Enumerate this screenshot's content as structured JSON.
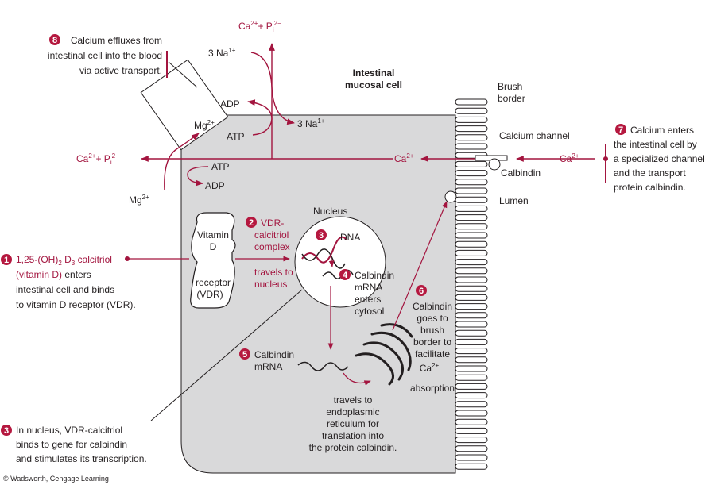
{
  "colors": {
    "accent": "#a3153f",
    "cell_fill": "#d9d9da",
    "ink": "#231f20",
    "badge": "#b5183f"
  },
  "labels": {
    "cell_title_1": "Intestinal",
    "cell_title_2": "mucosal cell",
    "brush_1": "Brush",
    "brush_2": "border",
    "calcium_channel": "Calcium channel",
    "calbindin": "Calbindin",
    "lumen": "Lumen",
    "nucleus": "Nucleus",
    "dna": "DNA",
    "na_in": "3 Na",
    "na_out": "3 Na",
    "na_charge": "1+",
    "adp_top": "ADP",
    "atp_top": "ATP",
    "atp_bottom": "ATP",
    "adp_bottom": "ADP",
    "mg_inside": "Mg",
    "mg_outside": "Mg",
    "charge_2plus": "2+",
    "ca_top": "Ca",
    "ca_left": "Ca",
    "ca_mid": "Ca",
    "ca_right": "Ca",
    "pi_p": "+ P",
    "pi_sub": "i",
    "pi_charge": "2−",
    "receptor_1": "Vitamin",
    "receptor_2": "D",
    "receptor_3": "receptor",
    "receptor_4": "(VDR)",
    "vdr_1": "VDR-",
    "vdr_2": "calcitriol",
    "vdr_3": "complex",
    "vdr_4": "travels to",
    "vdr_5": "nucleus",
    "mrna_1": "Calbindin",
    "mrna_2": "mRNA",
    "mrna_3": "enters",
    "mrna_4": "cytosol",
    "er_1": "Calbindin",
    "er_2": "mRNA",
    "er_3": "travels to",
    "er_4": "endoplasmic",
    "er_5": "reticulum for",
    "er_6": "translation into",
    "er_7": "the protein calbindin.",
    "goes_1": "Calbindin",
    "goes_2": "goes to",
    "goes_3": "brush",
    "goes_4": "border to",
    "goes_5": "facilitate",
    "goes_6": "Ca",
    "goes_7": "absorption",
    "copyright": "© Wadsworth, Cengage Learning"
  },
  "steps": {
    "s1": {
      "num": "1",
      "l1": "1,25-(OH)",
      "sub2": "2",
      "l1b": " D",
      "sub3": "3",
      "l1c": " calcitriol",
      "l2": "(vitamin D)",
      "l2b": " enters",
      "l3": "intestinal cell and binds",
      "l4": "to vitamin D receptor (VDR)."
    },
    "s2": {
      "num": "2"
    },
    "s3": {
      "num": "3",
      "l1": "In nucleus, VDR-calcitriol",
      "l2": "binds to gene for calbindin",
      "l3": "and stimulates its transcription."
    },
    "s4": {
      "num": "4"
    },
    "s5": {
      "num": "5"
    },
    "s6": {
      "num": "6"
    },
    "s7": {
      "num": "7",
      "l1": "Calcium enters",
      "l2": "the intestinal cell by",
      "l3": "a specialized channel",
      "l4": "and the transport",
      "l5": "protein calbindin."
    },
    "s8": {
      "num": "8",
      "l1": "Calcium effluxes from",
      "l2": "intestinal cell into the blood",
      "l3": "via active transport."
    }
  }
}
